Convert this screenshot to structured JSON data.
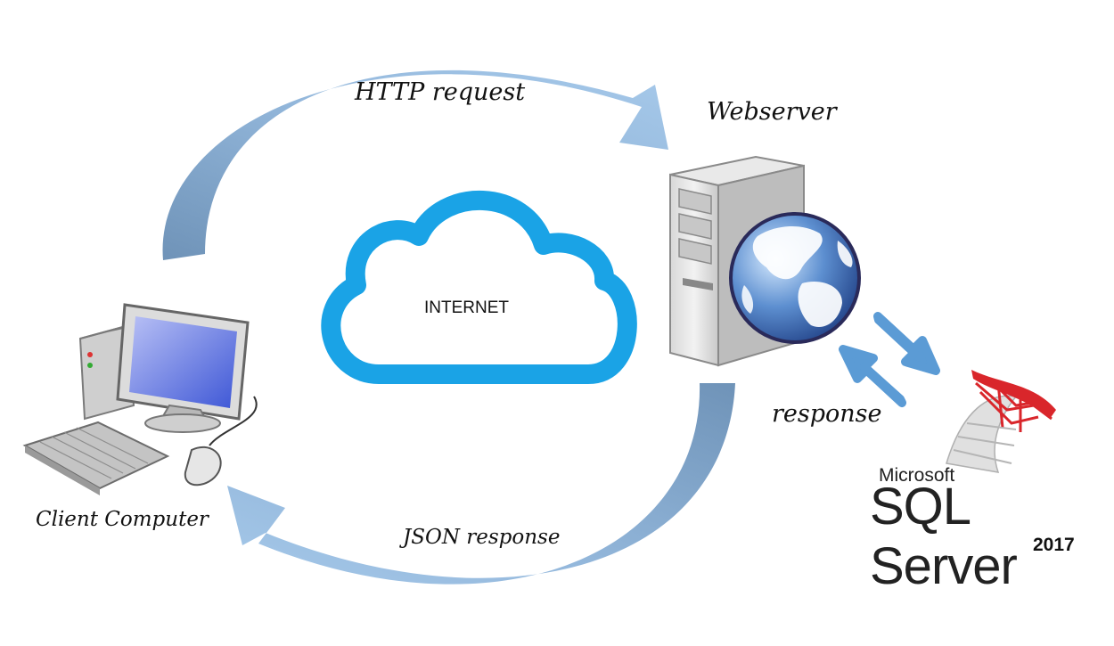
{
  "labels": {
    "http_request": "HTTP request",
    "webserver": "Webserver",
    "response": "response",
    "json_response": "JSON response",
    "client_computer": "Client Computer",
    "internet": "INTERNET"
  },
  "sql_logo": {
    "vendor": "Microsoft",
    "product": "SQL Server",
    "version": "2017"
  },
  "colors": {
    "arrow_light": "#9cc2e6",
    "arrow_dark": "#6f93b8",
    "cloud": "#1aa3e6",
    "small_arrow": "#5b9bd5",
    "sql_red": "#d9262b"
  },
  "icons": [
    "client-computer-icon",
    "cloud-icon",
    "server-tower-icon",
    "globe-icon",
    "sql-server-logo-icon"
  ]
}
